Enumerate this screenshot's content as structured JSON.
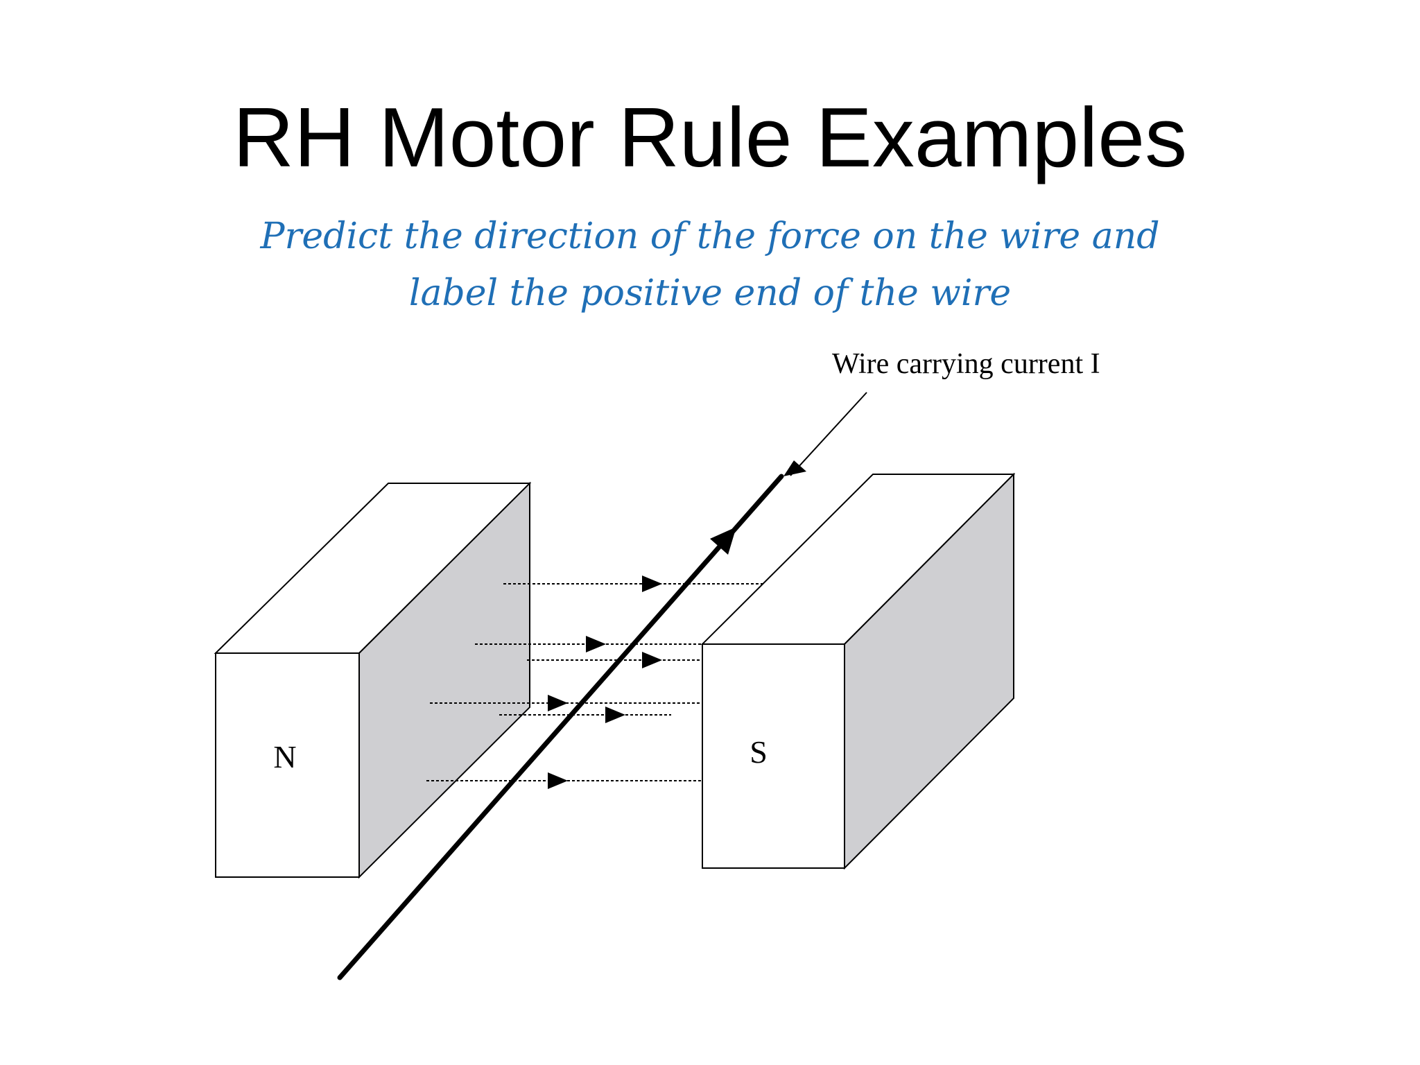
{
  "slide": {
    "title": "RH Motor Rule Examples",
    "subtitle_lines": [
      "Predict the direction of the force on the wire and",
      "label the positive end of the wire"
    ]
  },
  "diagram": {
    "wire_label": "Wire carrying current I",
    "north_label": "N",
    "south_label": "S",
    "colors": {
      "subtitle": "#1f6fb6",
      "magnet_side": "#cfcfd2",
      "line": "#000000"
    }
  }
}
